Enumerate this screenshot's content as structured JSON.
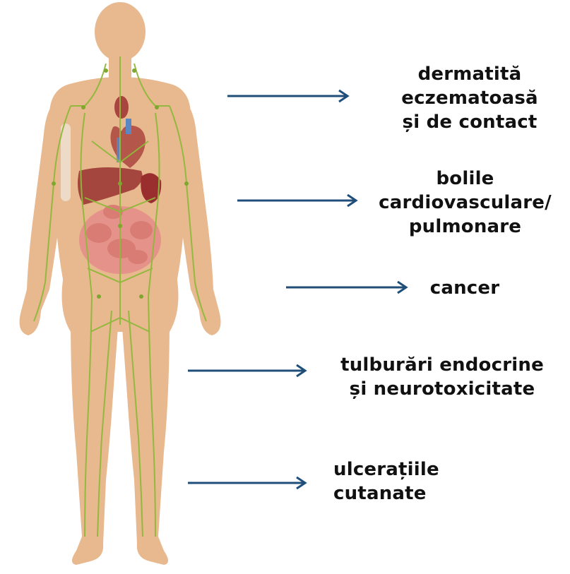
{
  "colors": {
    "skin": "#e8b88f",
    "skin_shadow": "#d9a57b",
    "lymph": "#8fb83b",
    "arrow": "#1f4e79",
    "organ_red": "#a8453f",
    "organ_pink": "#e5938a"
  },
  "figure": {
    "icon": "human-body-lymphatic-system-icon"
  },
  "labels": [
    {
      "text": "dermatită\neczematoasă\nși de contact"
    },
    {
      "text": "bolile\ncardiovasculare/\npulmonare"
    },
    {
      "text": "cancer"
    },
    {
      "text": "tulburări endocrine\nși neurotoxicitate"
    },
    {
      "text": "ulcerațiile\ncutanate"
    }
  ]
}
